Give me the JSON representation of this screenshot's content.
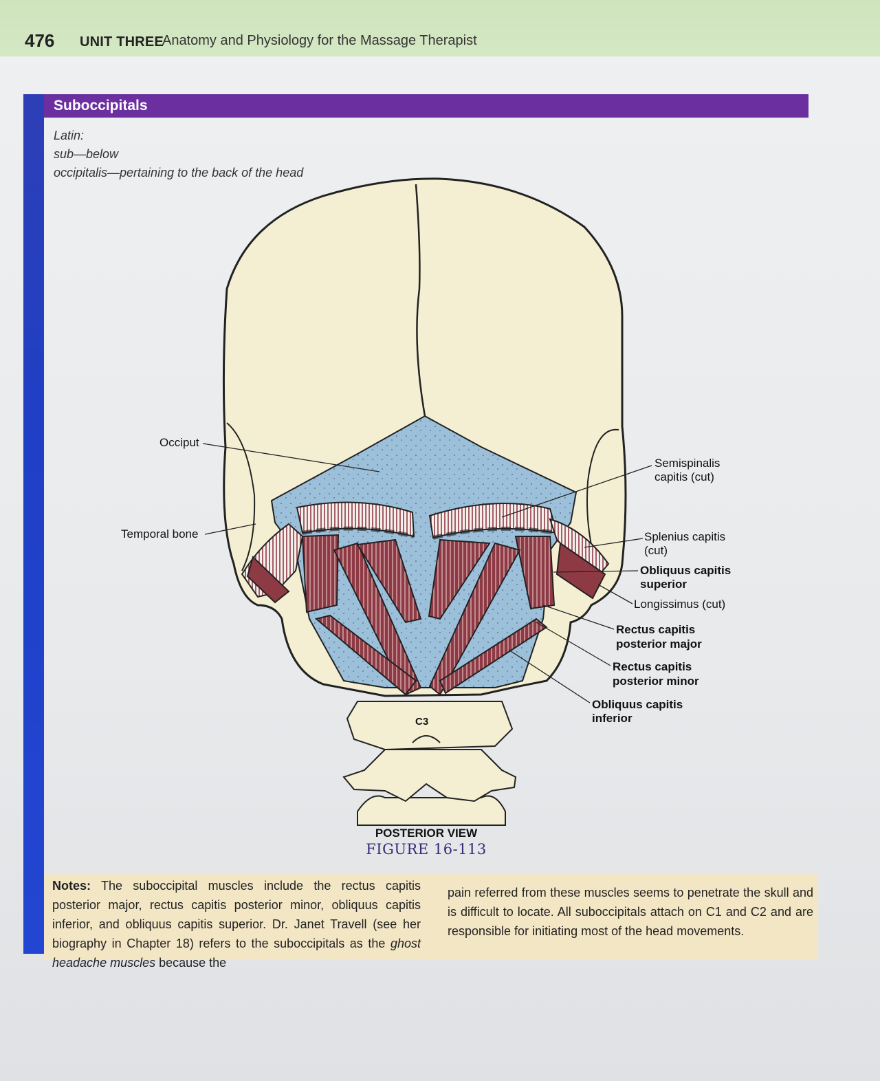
{
  "header": {
    "page_number": "476",
    "unit_label": "UNIT THREE",
    "unit_title": "Anatomy and Physiology for the Massage Therapist"
  },
  "section": {
    "title": "Suboccipitals",
    "latin": [
      "Latin:",
      "sub—below",
      "occipitalis—pertaining to the back of the head"
    ]
  },
  "figure": {
    "labels": {
      "occiput": "Occiput",
      "temporal_bone": "Temporal bone",
      "semispinalis_1": "Semispinalis",
      "semispinalis_2": "capitis (cut)",
      "splenius_1": "Splenius capitis",
      "splenius_2": "(cut)",
      "obliquus_sup_1": "Obliquus capitis",
      "obliquus_sup_2": "superior",
      "longissimus": "Longissimus (cut)",
      "rectus_major_1": "Rectus capitis",
      "rectus_major_2": "posterior major",
      "rectus_minor_1": "Rectus capitis",
      "rectus_minor_2": "posterior minor",
      "obliquus_inf_1": "Obliquus capitis",
      "obliquus_inf_2": "inferior",
      "c3": "C3"
    },
    "view": "POSTERIOR VIEW",
    "number": "FIGURE 16-113"
  },
  "notes": {
    "lead": "Notes:",
    "left_body_1": " The suboccipital muscles include the rectus capitis posterior major, rectus capitis posterior minor, obliquus capitis inferior, and obliquus capitis superior. Dr. Janet Travell (see her biography in Chapter 18) refers to the suboccipitals as the ",
    "left_italic": "ghost headache muscles",
    "left_body_2": " because the",
    "right_body": "pain referred from these muscles seems to penetrate the skull and is difficult to locate. All suboccipitals attach on C1 and C2 and are responsible for initiating most of the head movements."
  },
  "colors": {
    "header_band": "#d4e8c4",
    "title_bar": "#6b2fa0",
    "side_strip": "#2346d2",
    "bone": "#f4efd2",
    "occiput_blue": "#9dc0da",
    "muscle": "#8e3a44",
    "notes_bg": "#f3e6c5"
  }
}
